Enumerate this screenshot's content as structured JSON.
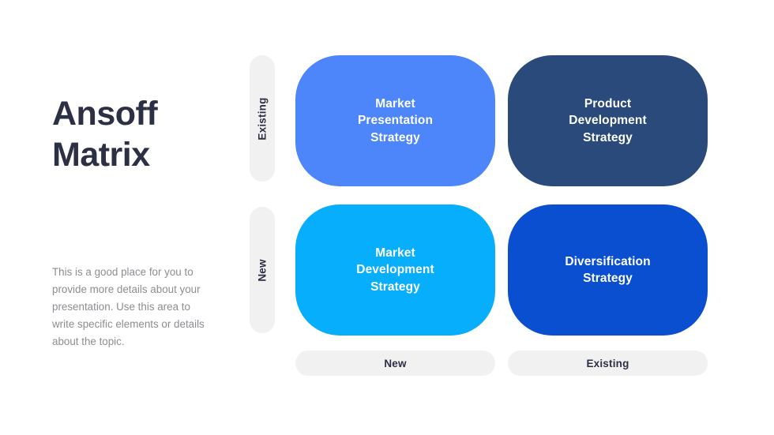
{
  "slide": {
    "title": "Ansoff\nMatrix",
    "description": "This is a good place for you to provide more details about your presentation. Use this area to write specific elements or details about the topic.",
    "background_color": "#ffffff",
    "title_color": "#2b3044",
    "description_color": "#8d8d93"
  },
  "axes": {
    "row_axis": {
      "labels": [
        {
          "label": "Existing",
          "pill_color": "#f1f1f2",
          "text_color": "#2b3044"
        },
        {
          "label": "New",
          "pill_color": "#f1f1f2",
          "text_color": "#2b3044"
        }
      ]
    },
    "column_axis": {
      "labels": [
        {
          "label": "New",
          "pill_color": "#f1f1f2",
          "text_color": "#2b3044"
        },
        {
          "label": "Existing",
          "pill_color": "#f1f1f2",
          "text_color": "#2b3044"
        }
      ]
    }
  },
  "matrix": {
    "cells": [
      {
        "id": "market-presentation",
        "label": "Market\nPresentation\nStrategy",
        "row": "Existing",
        "column": "New",
        "fill_color": "#4c86fa",
        "text_color": "#ffffff"
      },
      {
        "id": "product-development",
        "label": "Product\nDevelopment\nStrategy",
        "row": "Existing",
        "column": "Existing",
        "fill_color": "#2a4a7b",
        "text_color": "#ffffff"
      },
      {
        "id": "market-development",
        "label": "Market\nDevelopment\nStrategy",
        "row": "New",
        "column": "New",
        "fill_color": "#06aefc",
        "text_color": "#ffffff"
      },
      {
        "id": "diversification",
        "label": "Diversification\nStrategy",
        "row": "New",
        "column": "Existing",
        "fill_color": "#0b4fd1",
        "text_color": "#ffffff"
      }
    ]
  }
}
